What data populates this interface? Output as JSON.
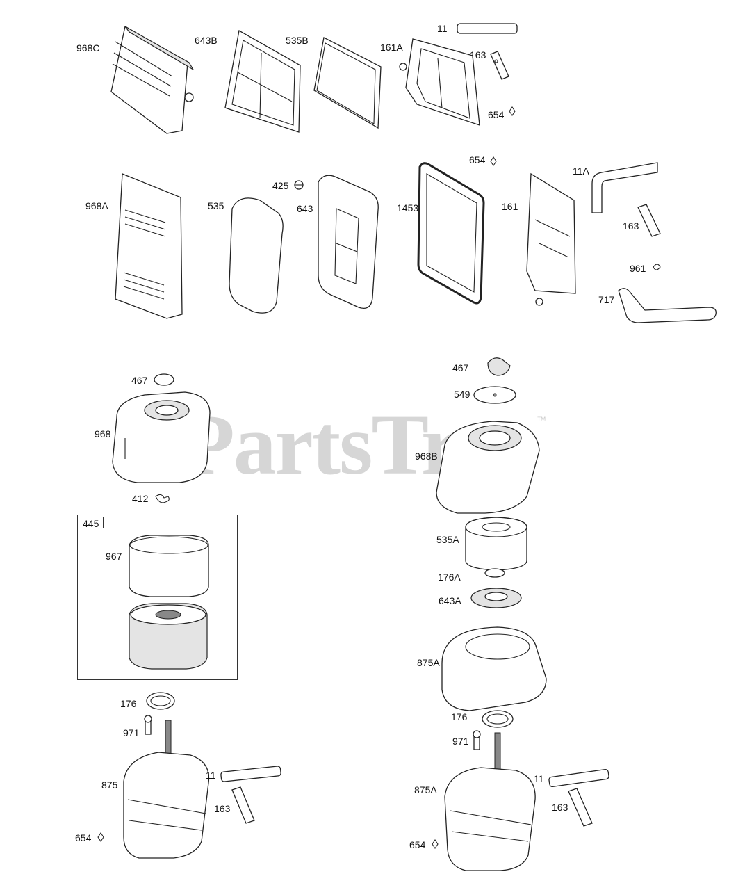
{
  "watermark": {
    "brand": "PartsTree",
    "trademark": "™"
  },
  "kit": {
    "number": "445"
  },
  "labels": {
    "l968C": "968C",
    "l643B": "643B",
    "l535B": "535B",
    "l161A": "161A",
    "l11_top": "11",
    "l163_top": "163",
    "l654_top": "654",
    "l968A": "968A",
    "l535": "535",
    "l425": "425",
    "l643": "643",
    "l1453": "1453",
    "l654_mid": "654",
    "l161": "161",
    "l11A": "11A",
    "l163_mid": "163",
    "l961": "961",
    "l717": "717",
    "l467_left": "467",
    "l968": "968",
    "l412": "412",
    "l967": "967",
    "l176_left": "176",
    "l971_left": "971",
    "l875": "875",
    "l11_left": "11",
    "l163_left": "163",
    "l654_left": "654",
    "l467_right": "467",
    "l549": "549",
    "l968B": "968B",
    "l535A": "535A",
    "l176A": "176A",
    "l643A": "643A",
    "l875A": "875A",
    "l176_right": "176",
    "l971_right": "971",
    "l875A_2": "875A",
    "l11_right": "11",
    "l163_right": "163",
    "l654_right": "654"
  }
}
